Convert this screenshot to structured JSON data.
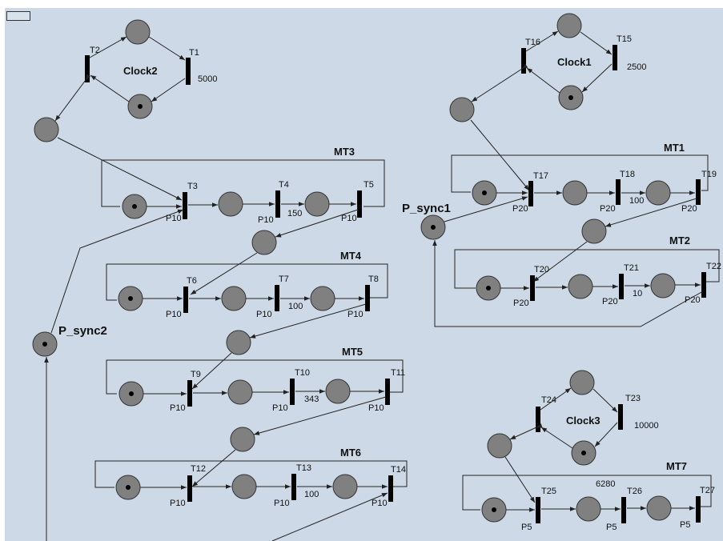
{
  "nets": {
    "clock2": "Clock2",
    "clock1": "Clock1",
    "clock3": "Clock3",
    "mt1": "MT1",
    "mt2": "MT2",
    "mt3": "MT3",
    "mt4": "MT4",
    "mt5": "MT5",
    "mt6": "MT6",
    "mt7": "MT7"
  },
  "places": {
    "p_sync1": "P_sync1",
    "p_sync2": "P_sync2"
  },
  "transitions": {
    "t1": "T1",
    "t2": "T2",
    "t3": "T3",
    "t4": "T4",
    "t5": "T5",
    "t6": "T6",
    "t7": "T7",
    "t8": "T8",
    "t9": "T9",
    "t10": "T10",
    "t11": "T11",
    "t12": "T12",
    "t13": "T13",
    "t14": "T14",
    "t15": "T15",
    "t16": "T16",
    "t17": "T17",
    "t18": "T18",
    "t19": "T19",
    "t20": "T20",
    "t21": "T21",
    "t22": "T22",
    "t23": "T23",
    "t24": "T24",
    "t25": "T25",
    "t26": "T26",
    "t27": "T27"
  },
  "values": {
    "t1_delay": "5000",
    "t15_delay": "2500",
    "t23_delay": "10000",
    "t4_delay": "150",
    "t7_delay": "100",
    "t10_delay": "343",
    "t13_delay": "100",
    "t18_delay": "100",
    "t21_delay": "10",
    "t26_delay": "6280",
    "p10": "P10",
    "p20": "P20",
    "p5": "P5"
  }
}
